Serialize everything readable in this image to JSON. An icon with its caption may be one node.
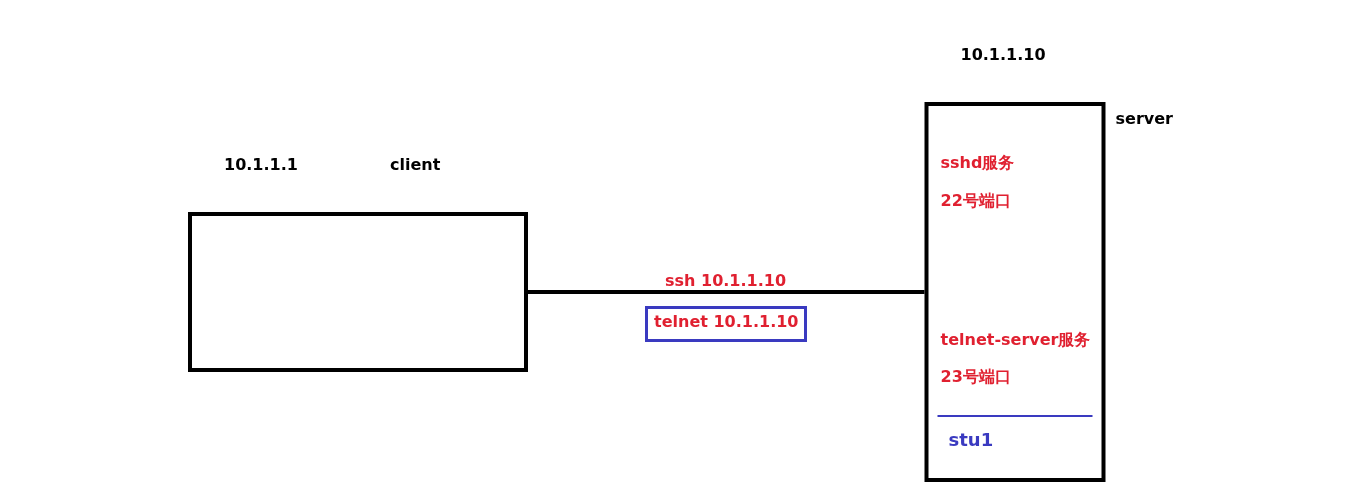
{
  "diagram": {
    "nodes": [
      {
        "text": [
          "10.1.1.1",
          "client"
        ]
      },
      {
        "text": [
          "10.1.1.10",
          "sshd服务",
          "22号端口",
          "telnet-server服务",
          "23号端口",
          "stu1"
        ],
        "beside": [
          "server"
        ]
      }
    ],
    "edges": [
      {
        "from": 0,
        "to": 1,
        "arrow": "none",
        "label": "ssh 10.1.1.10"
      }
    ],
    "labels": [
      "telnet 10.1.1.10"
    ]
  }
}
